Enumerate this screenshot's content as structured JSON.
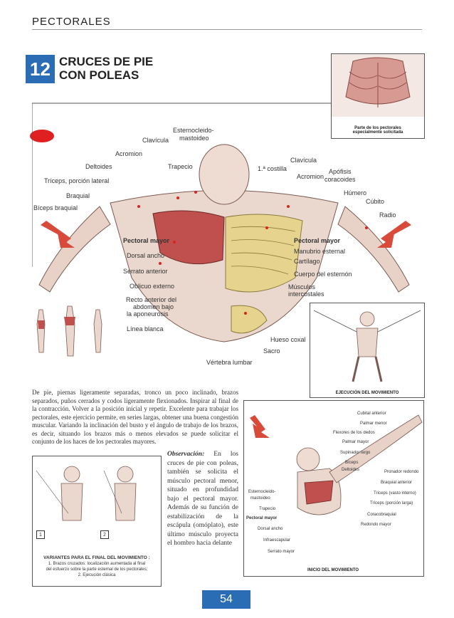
{
  "header": {
    "section": "PECTORALES"
  },
  "exercise": {
    "number": "12",
    "title_line1": "CRUCES DE PIE",
    "title_line2": "CON POLEAS"
  },
  "inset_top": {
    "caption_line1": "Parte de los pectorales",
    "caption_line2": "especialmente solicitada"
  },
  "main_labels": {
    "esterno": "Esternocleido-",
    "esterno2": "mastoideo",
    "clavicula_left": "Clavícula",
    "acromion_left": "Acromion",
    "deltoides": "Deltoides",
    "trapecio": "Trapecio",
    "triceps_lateral": "Tríceps, porción lateral",
    "braquial": "Braquial",
    "biceps": "Bíceps braquial",
    "clavicula_right": "Clavícula",
    "costilla": "1.ª costilla",
    "acromion_right": "Acromion",
    "apofisis": "Apófisis",
    "coracoides": "coracoides",
    "humero": "Húmero",
    "cubito": "Cúbito",
    "radio": "Radio",
    "pectoral_mayor_left": "Pectoral mayor",
    "dorsal": "Dorsal ancho",
    "serrato": "Serrato anterior",
    "oblicuo": "Oblicuo externo",
    "recto1": "Recto anterior del",
    "recto2": "abdomen bajo",
    "recto3": "la aponeurosis",
    "linea": "Línea blanca",
    "pectoral_mayor_right": "Pectoral mayor",
    "manubrio": "Manubrio esternal",
    "cartilago": "Cartílago",
    "cuerpo": "Cuerpo del esternón",
    "musculos1": "Músculos",
    "musculos2": "intercostales",
    "hueso": "Hueso coxal",
    "sacro": "Sacro",
    "vertebra": "Vértebra lumbar"
  },
  "execution": {
    "caption": "EJECUCIÓN DEL MOVIMIENTO"
  },
  "description": "De pie, piernas ligeramente separadas, tronco un poco inclinado, brazos separados, puños cerrados y codos ligeramente flexionados. Inspirar al final de la contracción. Volver a la posición inicial y repetir. Excelente para trabajar los pectorales, este ejercicio permite, en series largas, obtener una buena congestión muscular. Variando la inclinación del busto y el ángulo de trabajo de los brazos, es decir, situando los brazos más o menos elevados se puede solicitar el conjunto de los haces de los pectorales mayores.",
  "observation": {
    "label": "Observación:",
    "text": " En los cruces de pie con poleas, también se solicita el músculo pectoral menor, situado en profundidad bajo el pectoral mayor. Además de su función de estabilización de la escápula (omóplato), este último músculo proyecta el hombro hacia delante"
  },
  "variants": {
    "tag1": "1",
    "tag2": "2",
    "caption_title": "VARIANTES PARA EL FINAL DEL MOVIMIENTO :",
    "caption_1": "1. Brazos cruzados: localización aumentada al final",
    "caption_1b": "del esfuerzo sobre la parte esternal de los pectorales;",
    "caption_2": "2. Ejecución clásica"
  },
  "start": {
    "caption": "INICIO DEL MOVIMIENTO",
    "labels": {
      "cubital": "Cubital anterior",
      "palmar_menor": "Palmar menor",
      "flexores": "Flexores de los dedos",
      "palmar_mayor": "Palmar mayor",
      "supinador": "Supinador largo",
      "biceps": "Bíceps",
      "deltoides": "Deltoides",
      "pronador": "Pronador redondo",
      "braquial_ant": "Braquial anterior",
      "esterno1": "Esternocleido-",
      "esterno2": "mastoideo",
      "triceps_vasto": "Tríceps (vasto interno)",
      "trapecio": "Trapecio",
      "triceps_larga": "Tríceps (porción larga)",
      "pectoral": "Pectoral mayor",
      "coraco": "Coracobraquial",
      "dorsal": "Dorsal ancho",
      "redondo": "Redondo mayor",
      "infra": "Infraescapular",
      "serrato": "Serrato mayor"
    }
  },
  "page_number": "54",
  "colors": {
    "accent": "#2b6db5",
    "muscle": "#c0504d",
    "marker": "#e02020"
  }
}
